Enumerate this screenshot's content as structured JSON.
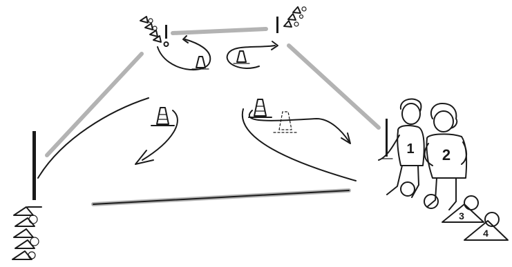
{
  "colors": {
    "ink": "#1a1a1a",
    "field_line": "#9a9a9a",
    "background": "#ffffff"
  },
  "players": {
    "player_1": {
      "number": "1"
    },
    "player_2": {
      "number": "2"
    }
  },
  "waiting_markers": {
    "marker_3": {
      "label": "3"
    },
    "marker_4": {
      "label": "4"
    }
  },
  "icons": {
    "cone": "traffic-cone-icon",
    "pole": "slalom-pole-icon",
    "ball": "soccer-ball-icon",
    "arrow": "curved-arrow-icon"
  }
}
